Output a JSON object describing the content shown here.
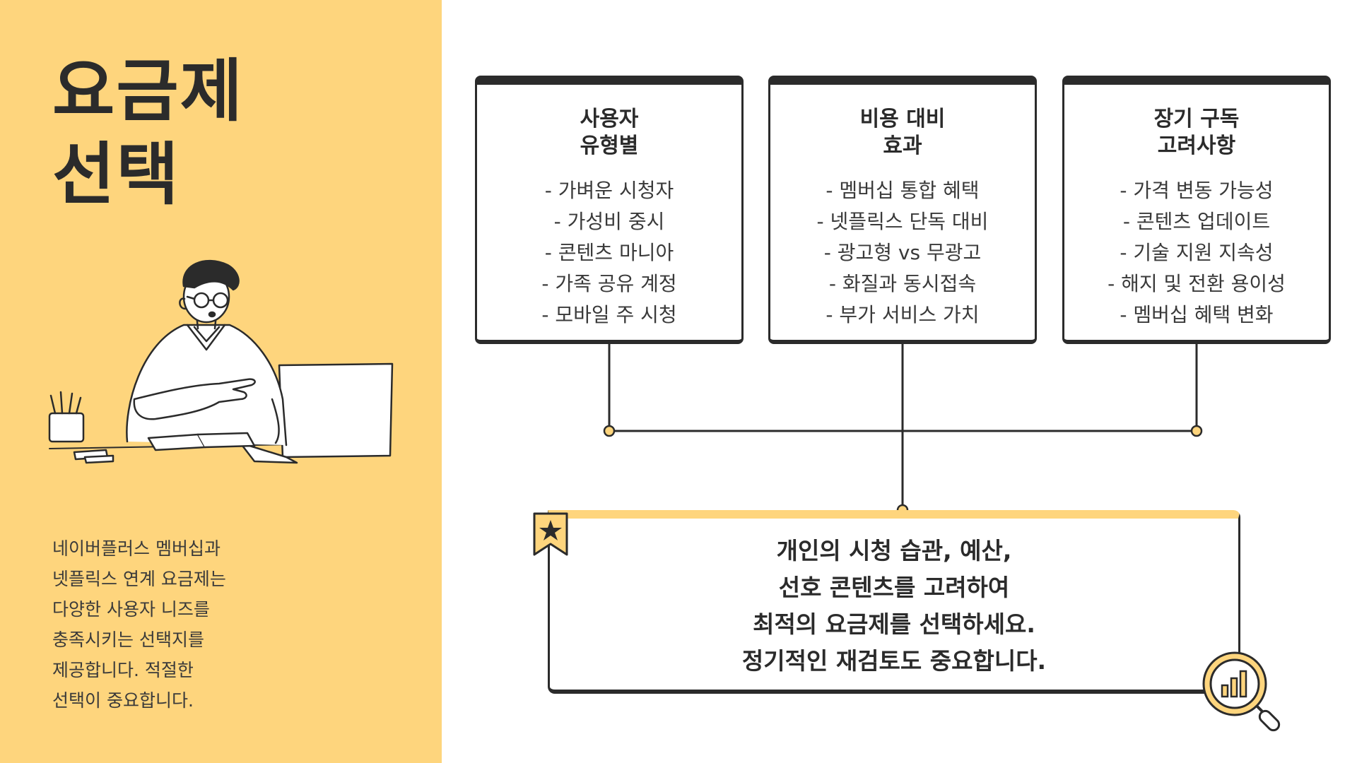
{
  "title": {
    "line1": "요금제",
    "line2": "선택"
  },
  "description": [
    "네이버플러스 멤버십과",
    "넷플릭스 연계 요금제는",
    "다양한 사용자 니즈를",
    "충족시키는 선택지를",
    "제공합니다. 적절한",
    "선택이 중요합니다."
  ],
  "cards": [
    {
      "title": [
        "사용자",
        "유형별"
      ],
      "items": [
        "- 가벼운 시청자",
        "- 가성비 중시",
        "- 콘텐츠 마니아",
        "- 가족 공유 계정",
        "- 모바일 주 시청"
      ]
    },
    {
      "title": [
        "비용 대비",
        "효과"
      ],
      "items": [
        "- 멤버십 통합 혜택",
        "- 넷플릭스 단독 대비",
        "- 광고형 vs 무광고",
        "- 화질과 동시접속",
        "- 부가 서비스 가치"
      ]
    },
    {
      "title": [
        "장기 구독",
        "고려사항"
      ],
      "items": [
        "- 가격 변동 가능성",
        "- 콘텐츠 업데이트",
        "- 기술 지원 지속성",
        "- 해지 및 전환 용이성",
        "- 멤버십 혜택 변화"
      ]
    }
  ],
  "summary": [
    "개인의 시청 습관, 예산,",
    "선호 콘텐츠를 고려하여",
    "최적의 요금제를 선택하세요.",
    "정기적인 재검토도 중요합니다."
  ],
  "colors": {
    "accent": "#fed57d",
    "ink": "#2b2b2b",
    "background": "#ffffff"
  },
  "icons": {
    "bookmark": "star-bookmark-icon",
    "magnifier": "chart-magnifier-icon",
    "illustration": "man-at-laptop-illustration"
  }
}
